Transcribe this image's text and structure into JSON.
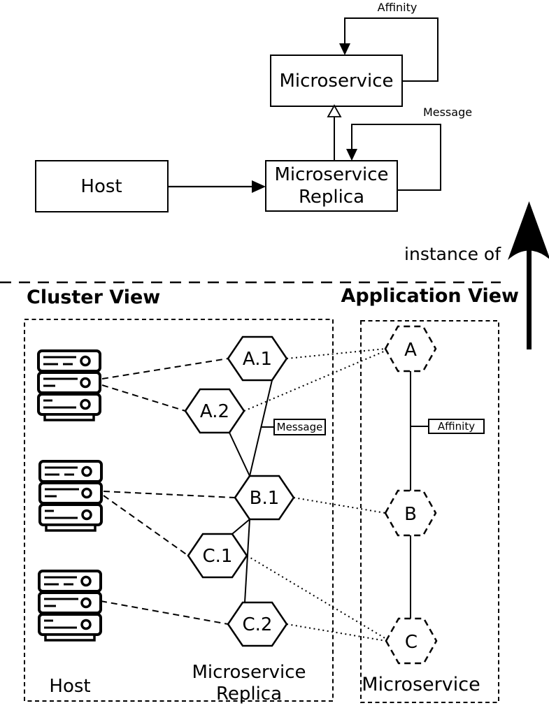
{
  "meta_model": {
    "affinity_loop_label": "Affinity",
    "message_loop_label": "Message",
    "microservice_box_label": "Microservice",
    "replica_box_label_line1": "Microservice",
    "replica_box_label_line2": "Replica",
    "host_box_label": "Host",
    "instance_of_label": "instance of"
  },
  "cluster_view": {
    "title": "Cluster View",
    "replica_labels": [
      "A.1",
      "A.2",
      "B.1",
      "C.1",
      "C.2"
    ],
    "message_tag_label": "Message",
    "host_caption": "Host",
    "replica_caption_line1": "Microservice",
    "replica_caption_line2": "Replica"
  },
  "application_view": {
    "title": "Application View",
    "service_labels": [
      "A",
      "B",
      "C"
    ],
    "affinity_tag_label": "Affinity",
    "microservice_caption": "Microservice"
  },
  "colors": {
    "ink": "#000000",
    "background": "#ffffff"
  }
}
